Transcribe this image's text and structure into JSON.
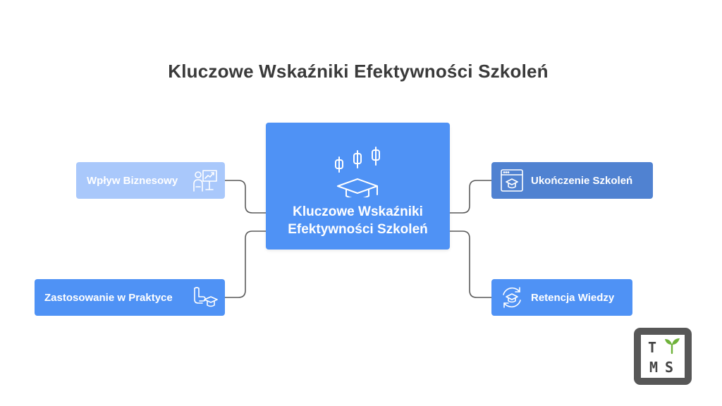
{
  "diagram": {
    "title": "Kluczowe Wskaźniki Efektywności Szkoleń",
    "center": {
      "label": "Kluczowe Wskaźniki\nEfektywności Szkoleń",
      "icon": "candlestick-graduation-cap-icon"
    },
    "branches": {
      "business_impact": {
        "label": "Wpływ Biznesowy",
        "icon": "presenter-chart-icon",
        "color": "#a9c8fb"
      },
      "practice": {
        "label": "Zastosowanie w Praktyce",
        "icon": "hand-graduation-cap-icon",
        "color": "#4f92f5"
      },
      "completion": {
        "label": "Ukończenie Szkoleń",
        "icon": "browser-graduation-cap-icon",
        "color": "#5082d1"
      },
      "retention": {
        "label": "Retencja Wiedzy",
        "icon": "cycle-graduation-cap-icon",
        "color": "#4f92f5"
      }
    },
    "center_color": "#4f92f5",
    "connector_color": "#5a5a5a"
  },
  "logo": {
    "letters": [
      "T",
      "M",
      "S"
    ],
    "icon": "sprout-icon",
    "frame_color": "#575757",
    "sprout_color": "#6fb23a"
  }
}
